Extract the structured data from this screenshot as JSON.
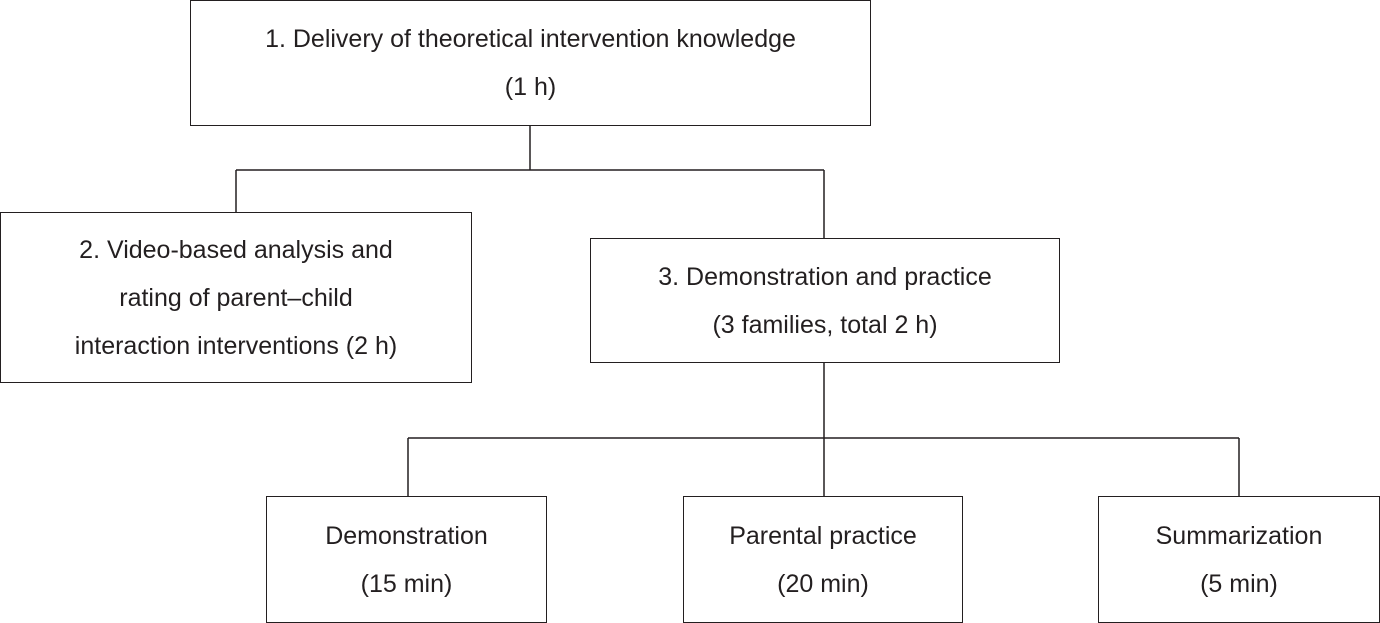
{
  "nodes": {
    "step1": {
      "lines": [
        "1. Delivery of theoretical intervention knowledge",
        "(1 h)"
      ]
    },
    "step2": {
      "lines": [
        "2. Video-based analysis and",
        "rating of parent–child",
        "interaction interventions (2 h)"
      ]
    },
    "step3": {
      "lines": [
        "3. Demonstration and practice",
        "(3 families, total 2 h)"
      ]
    },
    "demonstration": {
      "lines": [
        "Demonstration",
        "(15 min)"
      ]
    },
    "parental_practice": {
      "lines": [
        "Parental practice",
        "(20 min)"
      ]
    },
    "summarization": {
      "lines": [
        "Summarization",
        "(5 min)"
      ]
    }
  },
  "edges": [
    {
      "from": "step1",
      "to": "step2"
    },
    {
      "from": "step1",
      "to": "step3"
    },
    {
      "from": "step3",
      "to": "demonstration"
    },
    {
      "from": "step3",
      "to": "parental_practice"
    },
    {
      "from": "step3",
      "to": "summarization"
    }
  ],
  "colors": {
    "line": "#231f20",
    "text": "#231f20",
    "background": "#ffffff"
  }
}
